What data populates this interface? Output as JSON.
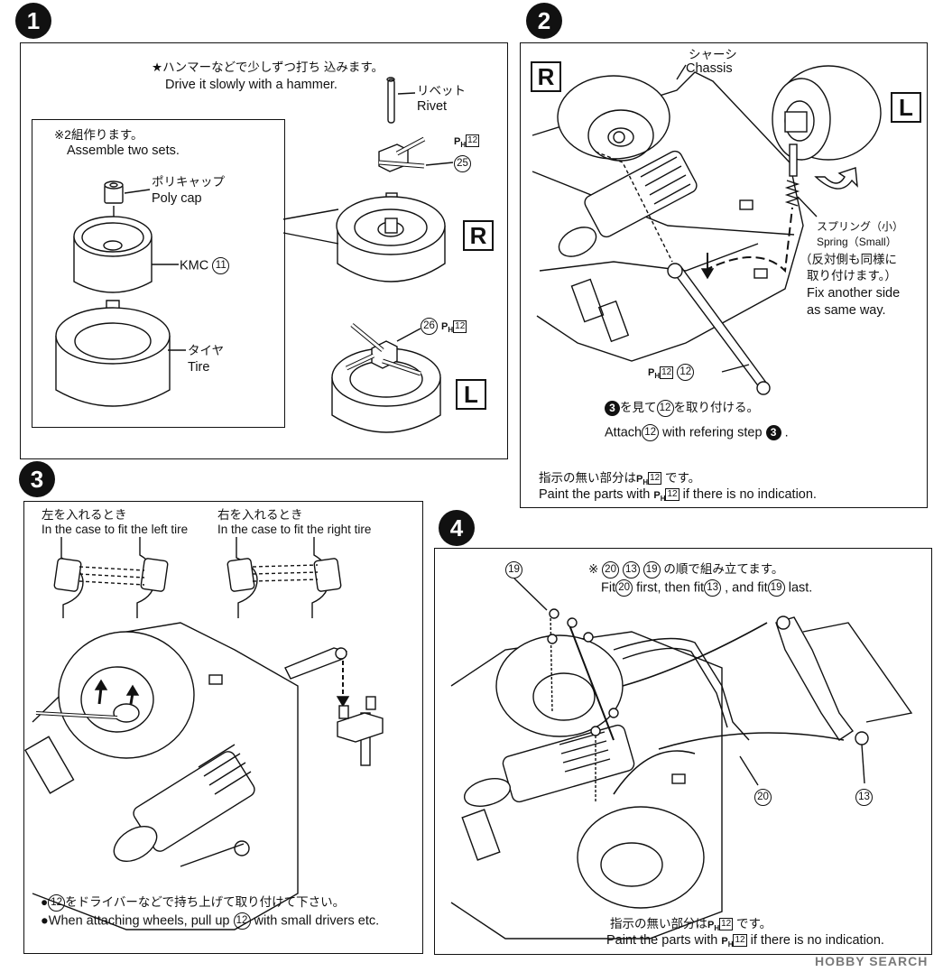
{
  "step1": {
    "number": "1",
    "note_jp": "★ハンマーなどで少しずつ打ち 込みます。",
    "note_en": "Drive it slowly with a hammer.",
    "rivet_jp": "リベット",
    "rivet_en": "Rivet",
    "part25": "25",
    "part26": "26",
    "ph": "P",
    "ph_sub": "H",
    "ph_num": "12",
    "sets_jp": "※2組作ります。",
    "sets_en": "Assemble two sets.",
    "polycap_jp": "ポリキャップ",
    "polycap_en": "Poly cap",
    "kmc_label": "KMC",
    "part11": "11",
    "tire_jp": "タイヤ",
    "tire_en": "Tire",
    "badge_r": "R",
    "badge_l": "L"
  },
  "step2": {
    "number": "2",
    "chassis_jp": "シャーシ",
    "chassis_en": "Chassis",
    "spring_jp": "スプリング（小）",
    "spring_en": "Spring（Small）",
    "other_side_jp1": "（反対側も同様に",
    "other_side_jp2": "取り付けます。）",
    "other_side_en1": "Fix another side",
    "other_side_en2": "as same way.",
    "part12": "12",
    "ref_step": "3",
    "attach_jp_a": "を見て",
    "attach_jp_b": "を取り付ける。",
    "attach_en_a": "Attach",
    "attach_en_b": "with refering step",
    "attach_en_c": ".",
    "paint_jp_a": "指示の無い部分は",
    "paint_jp_b": "です。",
    "paint_en_a": "Paint the parts with",
    "paint_en_b": "if there is no indication.",
    "badge_r": "R",
    "badge_l": "L"
  },
  "step3": {
    "number": "3",
    "left_jp": "左を入れるとき",
    "left_en": "In the case to fit the left tire",
    "right_jp": "右を入れるとき",
    "right_en": "In the case to fit the right tire",
    "part12": "12",
    "bullet": "●",
    "note_jp_b": "をドライバーなどで持ち上げて取り付けて下さい。",
    "note_en_a": "When attaching wheels, pull up",
    "note_en_b": "with small drivers etc."
  },
  "step4": {
    "number": "4",
    "order_prefix": "※",
    "part20": "20",
    "part13": "13",
    "part19": "19",
    "order_jp_suffix": "の順で組み立てます。",
    "fit_a": "Fit",
    "fit_b": "first, then fit",
    "fit_c": ", and fit",
    "fit_d": "last.",
    "paint_jp_a": "指示の無い部分は",
    "paint_jp_b": "です。",
    "paint_en_a": "Paint the parts with",
    "paint_en_b": "if there is no indication."
  },
  "watermark": "HOBBY SEARCH"
}
